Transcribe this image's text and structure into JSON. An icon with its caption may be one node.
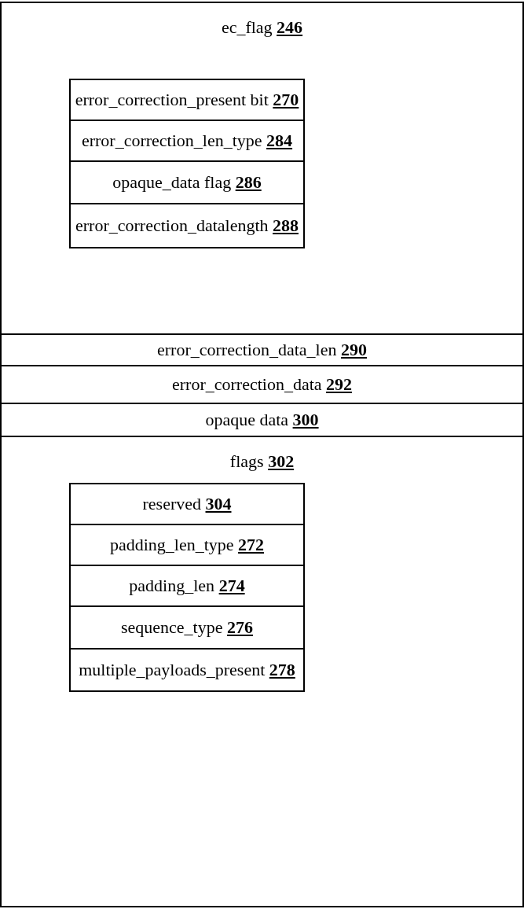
{
  "diagram": {
    "nodes": [
      {
        "text": [
          "ec_flag **246**"
        ]
      },
      {
        "text": [
          "error_correction_present bit **270**"
        ],
        "in": 0
      },
      {
        "text": [
          "error_correction_len_type **284**"
        ],
        "in": 0
      },
      {
        "text": [
          "opaque_data flag **286**"
        ],
        "in": 0
      },
      {
        "text": [
          "error_correction_datalength **288**"
        ],
        "in": 0
      },
      {
        "text": [
          "error_correction_data_len **290**"
        ]
      },
      {
        "text": [
          "error_correction_data **292**"
        ]
      },
      {
        "text": [
          "opaque data **300**"
        ]
      },
      {
        "text": [
          "flags **302**"
        ]
      },
      {
        "text": [
          "reserved **304**"
        ],
        "in": 8
      },
      {
        "text": [
          "padding_len_type **272**"
        ],
        "in": 8
      },
      {
        "text": [
          "padding_len **274**"
        ],
        "in": 8
      },
      {
        "text": [
          "sequence_type **276**"
        ],
        "in": 8
      },
      {
        "text": [
          "multiple_payloads_present **278**"
        ],
        "in": 8
      }
    ]
  }
}
